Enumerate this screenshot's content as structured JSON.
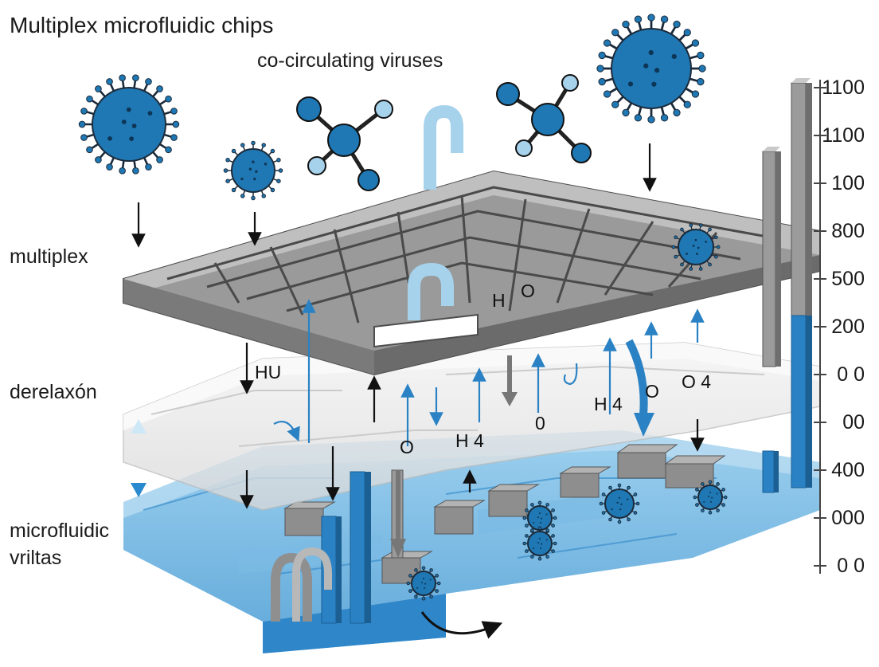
{
  "title": "Multiplex microfluidic chips",
  "subtitle": "co-circulating viruses",
  "layer_labels": {
    "top": "multiplex",
    "middle": "derelaxón",
    "bottom_line1": "microfluidic",
    "bottom_line2": "vriltas"
  },
  "axis_ticks": [
    "1100",
    "1100",
    "100",
    "800",
    "500",
    "200",
    "0 0",
    "00",
    "400",
    "000",
    "0 0"
  ],
  "chem_labels": {
    "hu": "HU",
    "h_top": "H",
    "o_top": "O",
    "o_mid1": "O",
    "o_mid2": "O",
    "o4": "O 4",
    "h4_a": "H 4",
    "h4_b": "H 4",
    "zero": "0"
  },
  "colors": {
    "virus_blue": "#1f78b4",
    "light_blue": "#a6d2ec",
    "chip_gray": "#7d7d7d",
    "chip_blue": "#6fb5e0",
    "bar_blue": "#2a82c4",
    "bar_gray": "#9b9b9b"
  }
}
